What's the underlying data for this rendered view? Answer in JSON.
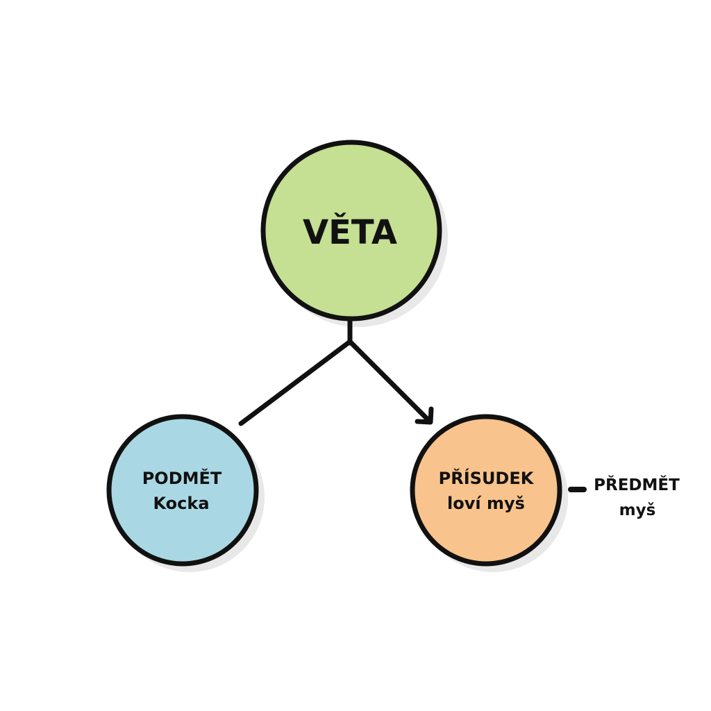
{
  "diagram": {
    "root": {
      "label": "VĚTA",
      "fill": "#c5df93",
      "shade": "#b3d183"
    },
    "subject": {
      "title": "PODMĚT",
      "value": "Kocka",
      "fill": "#a9d8e4",
      "shade": "#97c9d8"
    },
    "predicate": {
      "title": "PŘÍSUDEK",
      "value": "loví myš",
      "fill": "#f8c38c",
      "shade": "#f0b47a"
    },
    "object": {
      "title": "PŘEDMĚT",
      "value": "myš"
    },
    "colors": {
      "stroke": "#111111",
      "background": "#ffffff",
      "shadow": "#e6e6e6"
    }
  }
}
